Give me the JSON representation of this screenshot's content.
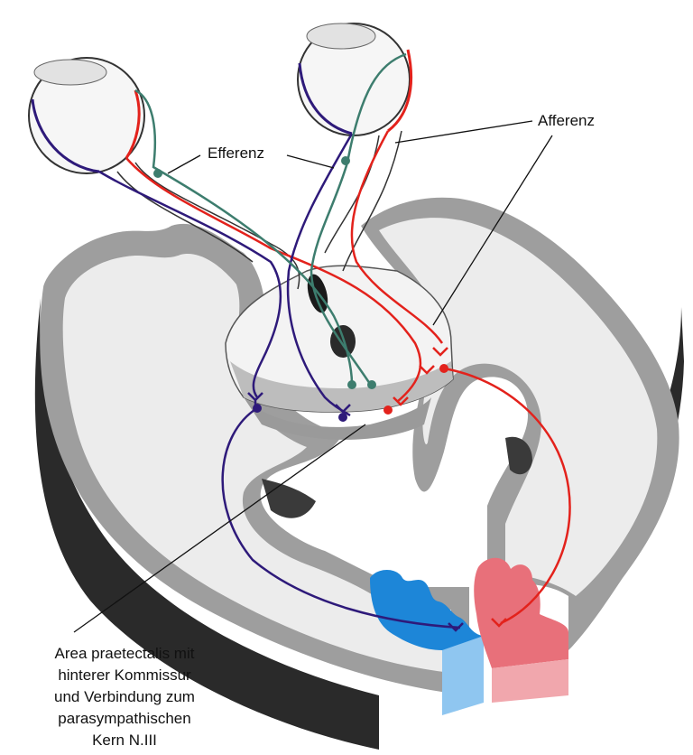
{
  "labels": {
    "efferenz": "Efferenz",
    "afferenz": "Afferenz",
    "area_lines": [
      "Area praetectalis mit",
      "hinterer Kommissur",
      "und Verbindung zum",
      "parasympathischen",
      "Kern N.III"
    ]
  },
  "colors": {
    "afferent_red": "#e3221c",
    "efferent_teal": "#3d7d6e",
    "pathway_purple": "#2e1a7a",
    "blue_structure": "#1d86d8",
    "pink_structure": "#e8707a",
    "cortex_gray": "#9e9e9e",
    "white_matter": "#ededed",
    "dark_shadow": "#222222"
  },
  "icons": [
    "eyeball-left",
    "eyeball-right",
    "synapse-terminal",
    "neuron-cell-body"
  ]
}
